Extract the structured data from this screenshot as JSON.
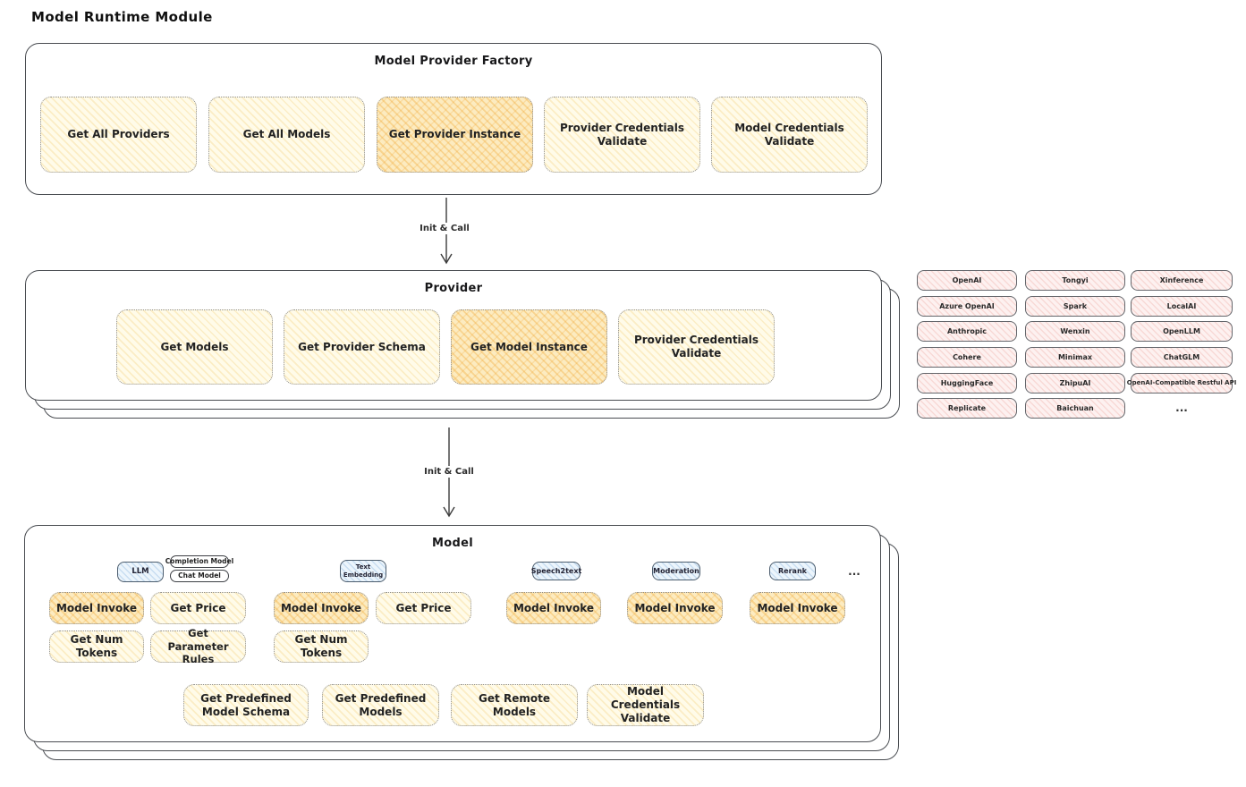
{
  "page_title": "Model Runtime Module",
  "arrows": {
    "label1": "Init & Call",
    "label2": "Init & Call"
  },
  "factory": {
    "title": "Model Provider Factory",
    "buttons": [
      {
        "label": "Get All Providers",
        "highlight": false
      },
      {
        "label": "Get All Models",
        "highlight": false
      },
      {
        "label": "Get Provider Instance",
        "highlight": true
      },
      {
        "label": "Provider Credentials Validate",
        "highlight": false
      },
      {
        "label": "Model Credentials Validate",
        "highlight": false
      }
    ]
  },
  "provider": {
    "title": "Provider",
    "buttons": [
      {
        "label": "Get Models",
        "highlight": false
      },
      {
        "label": "Get Provider Schema",
        "highlight": false
      },
      {
        "label": "Get Model Instance",
        "highlight": true
      },
      {
        "label": "Provider Credentials Validate",
        "highlight": false
      }
    ]
  },
  "provider_list": {
    "items": [
      "OpenAI",
      "Tongyi",
      "Xinference",
      "Azure OpenAI",
      "Spark",
      "LocalAI",
      "Anthropic",
      "Wenxin",
      "OpenLLM",
      "Cohere",
      "Minimax",
      "ChatGLM",
      "HuggingFace",
      "ZhipuAI",
      "OpenAI-Compatible Restful API",
      "Replicate",
      "Baichuan"
    ],
    "more": "..."
  },
  "model": {
    "title": "Model",
    "types": {
      "llm": "LLM",
      "completion": "Completion Model",
      "chat": "Chat Model",
      "text_embedding": "Text Embedding",
      "speech2text": "Speech2text",
      "moderation": "Moderation",
      "rerank": "Rerank",
      "more": "..."
    },
    "llm_buttons": [
      {
        "label": "Model Invoke",
        "highlight": true
      },
      {
        "label": "Get Price",
        "highlight": false
      },
      {
        "label": "Get Num Tokens",
        "highlight": false
      },
      {
        "label": "Get Parameter Rules",
        "highlight": false
      }
    ],
    "embedding_buttons": [
      {
        "label": "Model Invoke",
        "highlight": true
      },
      {
        "label": "Get Price",
        "highlight": false
      },
      {
        "label": "Get Num Tokens",
        "highlight": false
      }
    ],
    "speech2text_buttons": [
      {
        "label": "Model Invoke",
        "highlight": true
      }
    ],
    "moderation_buttons": [
      {
        "label": "Model Invoke",
        "highlight": true
      }
    ],
    "rerank_buttons": [
      {
        "label": "Model Invoke",
        "highlight": true
      }
    ],
    "common_buttons": [
      {
        "label": "Get Predefined Model Schema",
        "highlight": false
      },
      {
        "label": "Get Predefined Models",
        "highlight": false
      },
      {
        "label": "Get Remote Models",
        "highlight": false
      },
      {
        "label": "Model Credentials Validate",
        "highlight": false
      }
    ]
  }
}
